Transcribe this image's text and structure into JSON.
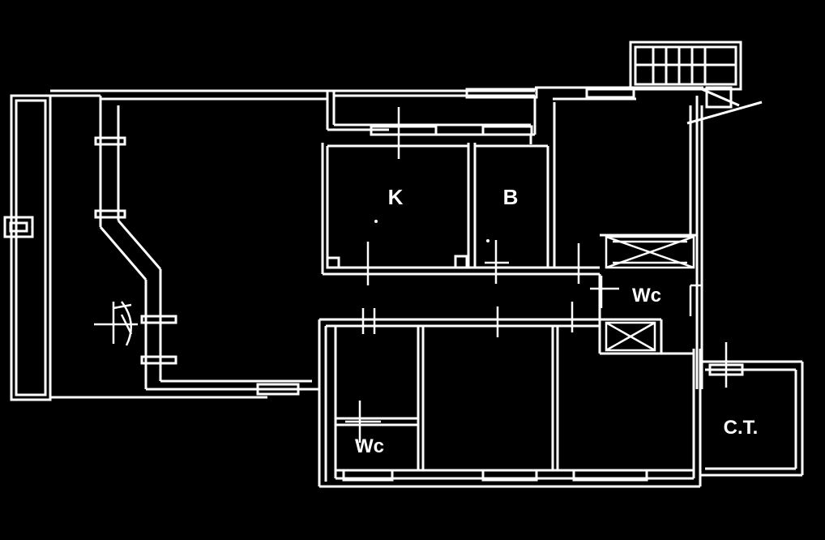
{
  "plan": {
    "colors": {
      "background": "#000000",
      "wall": "#ffffff",
      "hatch": "#ffffff"
    },
    "labels": {
      "kitchen": "K",
      "bathroom": "B",
      "wc_upper": "Wc",
      "wc_lower": "Wc",
      "technical_room": "C.T."
    }
  }
}
